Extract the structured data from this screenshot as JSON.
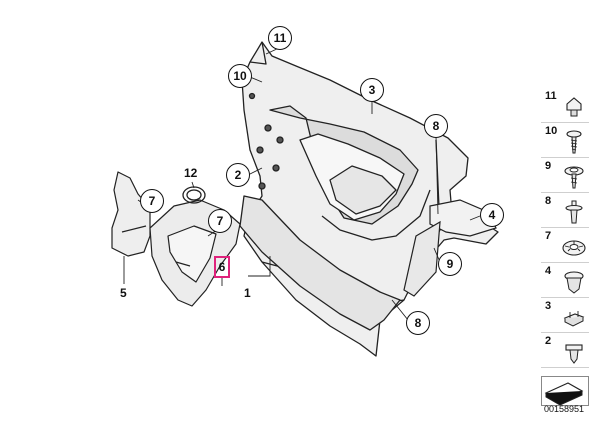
{
  "callouts": {
    "c11": "11",
    "c10": "10",
    "c3": "3",
    "c8a": "8",
    "c2": "2",
    "c12": "12",
    "c7a": "7",
    "c7b": "7",
    "c4": "4",
    "c9": "9",
    "c8b": "8"
  },
  "labels": {
    "l5": "5",
    "l6": "6",
    "l1": "1"
  },
  "legend": {
    "items": [
      {
        "num": "11",
        "icon": "plastic-nut-icon"
      },
      {
        "num": "10",
        "icon": "screw-icon"
      },
      {
        "num": "9",
        "icon": "screw-washer-icon"
      },
      {
        "num": "8",
        "icon": "expanding-rivet-icon"
      },
      {
        "num": "7",
        "icon": "speed-clip-icon"
      },
      {
        "num": "4",
        "icon": "push-clip-icon"
      },
      {
        "num": "3",
        "icon": "spring-clip-icon"
      },
      {
        "num": "2",
        "icon": "clip-icon"
      }
    ],
    "diagram_id": "00158951"
  },
  "colors": {
    "highlight": "#e0227c",
    "line": "#111111",
    "fill": "#ececec"
  }
}
